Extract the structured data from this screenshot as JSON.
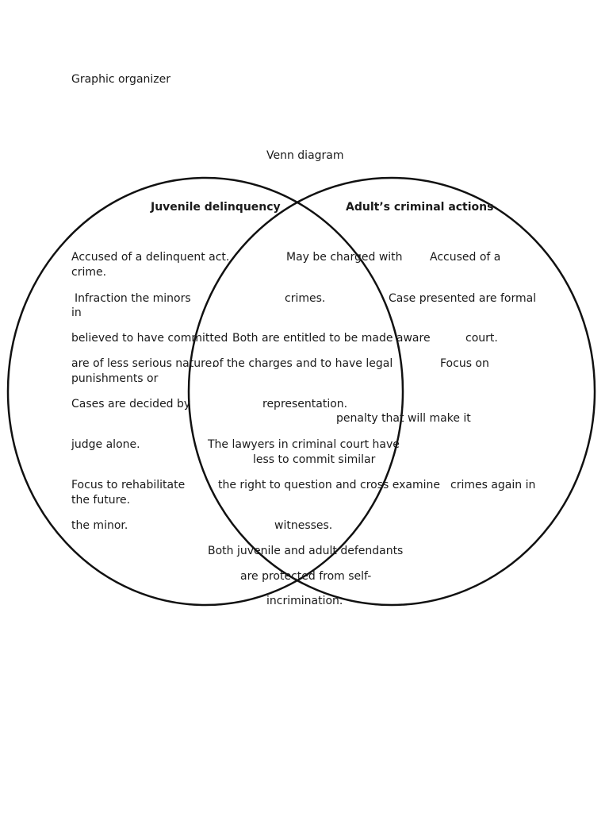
{
  "doc": {
    "title": "Graphic organizer",
    "diagram_title": "Venn diagram"
  },
  "venn": {
    "left_label": "Juvenile delinquency",
    "right_label": "Adult’s criminal actions"
  },
  "lines": {
    "l01": "Accused of a delinquent act.",
    "l02": "May be charged with",
    "l03": "Accused of a",
    "l04": "crime.",
    "l05": "Infraction the minors",
    "l06": "crimes.",
    "l07": "Case presented are formal",
    "l08": "in",
    "l09": "believed to have committed",
    "l10": "Both are entitled to be made aware",
    "l11": "court.",
    "l12": "are of less serious nature.",
    "l13": "of the charges and to have legal",
    "l14": "Focus on",
    "l15": "punishments or",
    "l16": "Cases are decided by",
    "l17": "representation.",
    "l18": "penalty that will make it",
    "l19": "judge alone.",
    "l20": "The lawyers in criminal court have",
    "l21": "less to commit similar",
    "l22": "Focus to rehabilitate",
    "l23": "the right to question and cross examine",
    "l24": "crimes again in",
    "l25": "the future.",
    "l26": "the minor.",
    "l27": "witnesses.",
    "l28": "Both juvenile and adult defendants",
    "l29": "are protected from self-",
    "l30": "incrimination."
  }
}
